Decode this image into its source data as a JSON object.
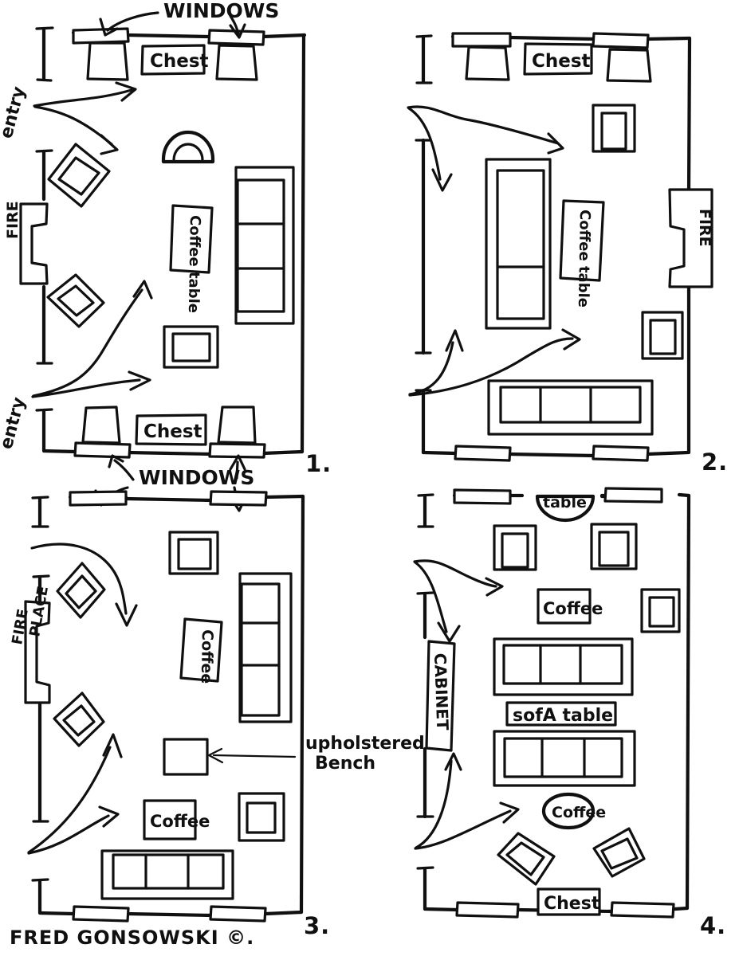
{
  "sheet": {
    "kind": "hand-drawn-floor-plan-sketch",
    "title_visible": false,
    "signature": "FRED GONSOWSKI ©.",
    "ink_color": "#101010",
    "paper_color": "#ffffff",
    "panel_count": 4
  },
  "shared_labels": {
    "windows_top": "WINDOWS",
    "windows_middle": "WINDOWS",
    "entry_upper": "entry",
    "entry_lower": "entry",
    "fire_left": "FIRE",
    "fire_right": "FIRE",
    "fire_place": "FIRE PLACE",
    "upholstered_bench": "upholstered Bench",
    "cabinet": "CABINET"
  },
  "panels": [
    {
      "number": "1.",
      "position": "top-left",
      "room_labels": [
        "WINDOWS",
        "entry",
        "entry",
        "FIRE"
      ],
      "furniture": [
        {
          "name": "window",
          "label": "",
          "count": 4
        },
        {
          "name": "chest",
          "label": "Chest",
          "count": 2
        },
        {
          "name": "chair",
          "label": "",
          "count": 4
        },
        {
          "name": "demilune-console-table",
          "label": "",
          "count": 1
        },
        {
          "name": "coffee-table",
          "label": "Coffee table",
          "count": 1
        },
        {
          "name": "sofa-three-seat",
          "label": "",
          "count": 1
        },
        {
          "name": "square-ottoman",
          "label": "",
          "count": 1
        },
        {
          "name": "diamond-armchair",
          "label": "",
          "count": 2
        },
        {
          "name": "fireplace",
          "label": "FIRE",
          "count": 1
        }
      ],
      "traffic_arrows": 3
    },
    {
      "number": "2.",
      "position": "top-right",
      "room_labels": [
        "Chest",
        "Coffee table",
        "FIRE"
      ],
      "furniture": [
        {
          "name": "window",
          "label": "",
          "count": 4
        },
        {
          "name": "chest",
          "label": "Chest",
          "count": 1
        },
        {
          "name": "chair",
          "label": "",
          "count": 2
        },
        {
          "name": "sofa-long-vertical",
          "label": "",
          "count": 1
        },
        {
          "name": "coffee-table",
          "label": "Coffee table",
          "count": 1
        },
        {
          "name": "armchair",
          "label": "",
          "count": 2
        },
        {
          "name": "sofa-three-seat",
          "label": "",
          "count": 1
        },
        {
          "name": "fireplace",
          "label": "FIRE",
          "count": 1
        }
      ],
      "traffic_arrows": 3
    },
    {
      "number": "3.",
      "position": "bottom-left",
      "room_labels": [
        "WINDOWS",
        "FIRE PLACE",
        "Coffee",
        "Coffee",
        "upholstered Bench"
      ],
      "furniture": [
        {
          "name": "window",
          "label": "",
          "count": 4
        },
        {
          "name": "armchair",
          "label": "",
          "count": 2
        },
        {
          "name": "diamond-armchair",
          "label": "",
          "count": 2
        },
        {
          "name": "sofa-long-vertical",
          "label": "",
          "count": 1
        },
        {
          "name": "coffee-table",
          "label": "Coffee",
          "count": 2
        },
        {
          "name": "upholstered-bench",
          "label": "",
          "count": 1
        },
        {
          "name": "sofa-three-seat",
          "label": "",
          "count": 1
        },
        {
          "name": "fireplace",
          "label": "FIRE PLACE",
          "count": 1
        }
      ],
      "traffic_arrows": 3
    },
    {
      "number": "4.",
      "position": "bottom-right",
      "room_labels": [
        "table",
        "Coffee",
        "sofA table",
        "Coffee",
        "Chest",
        "CABINET"
      ],
      "furniture": [
        {
          "name": "window",
          "label": "",
          "count": 4
        },
        {
          "name": "demilune-table",
          "label": "table",
          "count": 1
        },
        {
          "name": "armchair",
          "label": "",
          "count": 3
        },
        {
          "name": "coffee-table",
          "label": "Coffee",
          "count": 1
        },
        {
          "name": "sofa-three-seat",
          "label": "",
          "count": 2
        },
        {
          "name": "sofa-table",
          "label": "sofA table",
          "count": 1
        },
        {
          "name": "round-coffee-table",
          "label": "Coffee",
          "count": 1
        },
        {
          "name": "diamond-armchair",
          "label": "",
          "count": 2
        },
        {
          "name": "chest",
          "label": "Chest",
          "count": 1
        },
        {
          "name": "cabinet",
          "label": "CABINET",
          "count": 1
        }
      ],
      "traffic_arrows": 3
    }
  ],
  "text_items": {
    "p1_windows": "WINDOWS",
    "p1_chest_top": "Chest",
    "p1_chest_bottom": "Chest",
    "p1_coffee_table": "Coffee table",
    "p1_entry_a": "entry",
    "p1_entry_b": "entry",
    "p1_fire": "FIRE",
    "p1_num": "1.",
    "p2_chest": "Chest",
    "p2_coffee_table": "Coffee table",
    "p2_fire": "FIRE",
    "p2_num": "2.",
    "p3_windows": "WINDOWS",
    "p3_fire": "FIRE",
    "p3_place": "PLACE",
    "p3_coffee_upper": "Coffee",
    "p3_coffee_lower": "Coffee",
    "p3_bench_note": "upholstered",
    "p3_bench_note2": "Bench",
    "p3_num": "3.",
    "p4_table": "table",
    "p4_coffee": "Coffee",
    "p4_sofa_table": "sofA table",
    "p4_coffee_round": "Coffee",
    "p4_chest": "Chest",
    "p4_cabinet": "CABINET",
    "p4_num": "4.",
    "signature": "FRED GONSOWSKI ©."
  }
}
